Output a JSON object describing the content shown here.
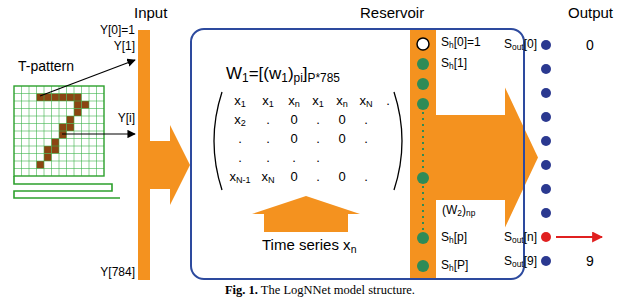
{
  "diagram": {
    "caption": "Fig. 1. The LogNNet model structure.",
    "nodes": [
      {
        "text": [
          "Input"
        ]
      },
      {
        "text": [
          "Reservoir"
        ]
      },
      {
        "text": [
          "Output"
        ]
      }
    ],
    "edges": [
      {
        "from": 0,
        "to": 1,
        "arrow": "to"
      },
      {
        "from": 1,
        "to": 2,
        "arrow": "to"
      }
    ],
    "labels": [
      "T-pattern",
      "Y[0]=1",
      "Y[1]",
      "Y[i]",
      "Y[784]",
      "W1=[(w1)pi]P*785",
      "x1",
      "x1",
      "xn",
      "x1",
      "xn",
      "xN",
      ".",
      "x2",
      ".",
      "0",
      ".",
      "0",
      ".",
      ".",
      ".",
      "0",
      ".",
      "0",
      ".",
      ".",
      ".",
      ".",
      ".",
      "xN-1",
      "xN",
      "0",
      ".",
      "0",
      ".",
      "Time series xn",
      "Sh[0]=1",
      "Sh[1]",
      "(W2)np",
      "Sh[p]",
      "Sh[P]",
      "Sout[0]",
      "0",
      "Sout[n]",
      "Sout[9]",
      "9"
    ]
  }
}
